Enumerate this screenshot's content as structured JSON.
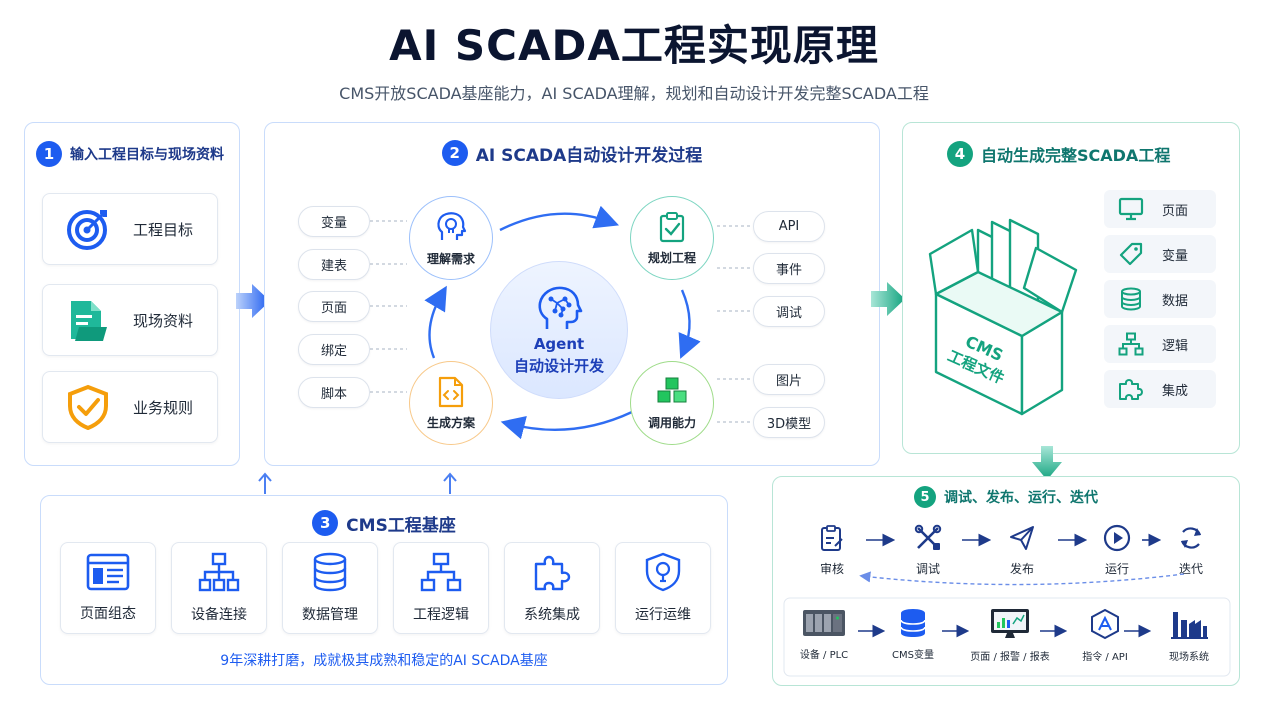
{
  "header": {
    "title": "AI SCADA工程实现原理",
    "subtitle": "CMS开放SCADA基座能力，AI SCADA理解，规划和自动设计开发完整SCADA工程"
  },
  "panel1": {
    "num": "1",
    "title": "输入工程目标与现场资料",
    "items": [
      {
        "label": "工程目标",
        "icon": "target-icon"
      },
      {
        "label": "现场资料",
        "icon": "document-folder-icon"
      },
      {
        "label": "业务规则",
        "icon": "shield-check-icon"
      }
    ]
  },
  "panel2": {
    "num": "2",
    "title": "AI SCADA自动设计开发过程",
    "left_pills": [
      "变量",
      "建表",
      "页面",
      "绑定",
      "脚本"
    ],
    "right_pills": [
      "API",
      "事件",
      "调试",
      "图片",
      "3D模型"
    ],
    "nodes": {
      "understand": "理解需求",
      "plan": "规划工程",
      "invoke": "调用能力",
      "generate": "生成方案"
    },
    "center_line1": "Agent",
    "center_line2": "自动设计开发"
  },
  "panel3": {
    "num": "3",
    "title": "CMS工程基座",
    "modules": [
      {
        "label": "页面组态",
        "icon": "page-layout-icon"
      },
      {
        "label": "设备连接",
        "icon": "network-tree-icon"
      },
      {
        "label": "数据管理",
        "icon": "database-icon"
      },
      {
        "label": "工程逻辑",
        "icon": "logic-flow-icon"
      },
      {
        "label": "系统集成",
        "icon": "puzzle-icon"
      },
      {
        "label": "运行运维",
        "icon": "shield-bulb-icon"
      }
    ],
    "footer": "9年深耕打磨，成就极其成熟和稳定的AI SCADA基座"
  },
  "panel4": {
    "num": "4",
    "title": "自动生成完整SCADA工程",
    "box_line1": "CMS",
    "box_line2": "工程文件",
    "items": [
      {
        "label": "页面",
        "icon": "monitor-icon"
      },
      {
        "label": "变量",
        "icon": "tag-icon"
      },
      {
        "label": "数据",
        "icon": "database-icon"
      },
      {
        "label": "逻辑",
        "icon": "logic-flow-icon"
      },
      {
        "label": "集成",
        "icon": "puzzle-icon"
      }
    ]
  },
  "panel5": {
    "num": "5",
    "title": "调试、发布、运行、迭代",
    "steps": [
      {
        "label": "审核",
        "icon": "clipboard-edit-icon"
      },
      {
        "label": "调试",
        "icon": "tools-icon"
      },
      {
        "label": "发布",
        "icon": "send-icon"
      },
      {
        "label": "运行",
        "icon": "play-icon"
      },
      {
        "label": "迭代",
        "icon": "refresh-icon"
      }
    ],
    "flow": [
      {
        "label": "设备 / PLC",
        "icon": "plc-device-icon"
      },
      {
        "label": "CMS变量",
        "icon": "database-icon"
      },
      {
        "label": "页面 / 报警 / 报表",
        "icon": "dashboard-monitor-icon"
      },
      {
        "label": "指令 / API",
        "icon": "api-cube-icon"
      },
      {
        "label": "现场系统",
        "icon": "factory-icon"
      }
    ]
  },
  "colors": {
    "primary_blue": "#1d5cf0",
    "teal": "#14a37f",
    "panel_border_blue": "#c9dcfb",
    "panel_border_green": "#b8e5d6",
    "orange": "#f59e0b",
    "green": "#22c55e"
  }
}
